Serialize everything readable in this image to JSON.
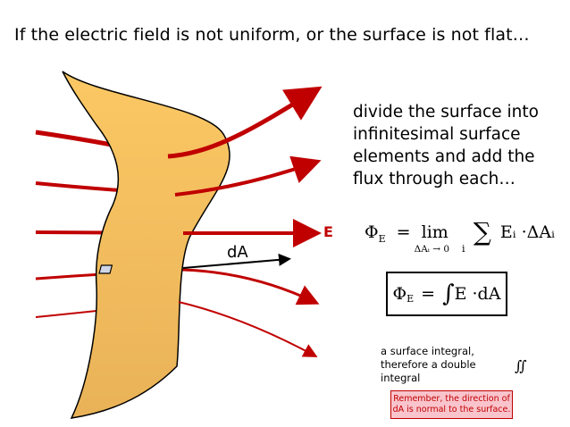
{
  "title": "If the electric field is not uniform, or the surface is not flat…",
  "description": "divide the surface into infinitesimal surface elements and add the flux through each…",
  "equation_sum": {
    "phi": "Φ",
    "phi_sub": "E",
    "equals": "=",
    "lim": "lim",
    "lim_sub": "ΔAᵢ → 0",
    "sigma": "∑",
    "sigma_sub": "i",
    "term": "Eᵢ ·ΔAᵢ"
  },
  "equation_integral": {
    "phi": "Φ",
    "phi_sub": "E",
    "equals": "=",
    "integral": "∫",
    "term": "E ·dA"
  },
  "surface_integral_note": "a surface integral, therefore a double integral",
  "double_integral_symbol": "∬",
  "reminder": "Remember, the direction of dA is normal to the surface.",
  "field_label": "E",
  "area_label": "dA",
  "colors": {
    "field_lines": "#c00000",
    "surface_fill": "#f3bf5e",
    "surface_stroke": "#000000",
    "reminder_bg": "#f9c4cc"
  }
}
